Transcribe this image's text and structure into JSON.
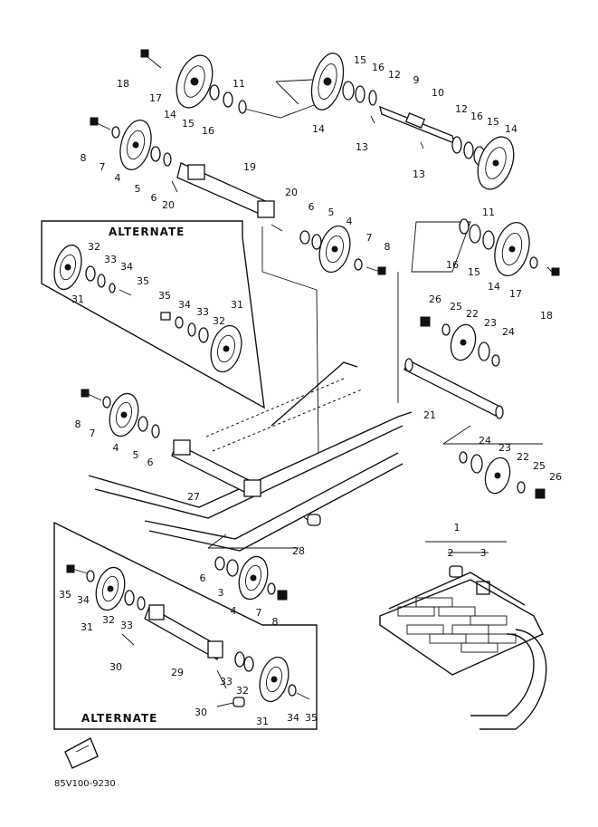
{
  "diagram": {
    "part_numbers": [
      "1",
      "2",
      "3",
      "4",
      "5",
      "6",
      "7",
      "8",
      "9",
      "10",
      "11",
      "12",
      "13",
      "14",
      "15",
      "16",
      "17",
      "18",
      "19",
      "20",
      "21",
      "22",
      "23",
      "24",
      "25",
      "26",
      "27",
      "28",
      "29",
      "30",
      "31",
      "32",
      "33",
      "34",
      "35"
    ],
    "callouts": {
      "c18a": "18",
      "c17a": "17",
      "c14a": "14",
      "c15a": "15",
      "c16a": "16",
      "c11a": "11",
      "c14b": "14",
      "c15b": "15",
      "c16b": "16",
      "c12a": "12",
      "c9": "9",
      "c10": "10",
      "c13a": "13",
      "c12b": "12",
      "c16c": "16",
      "c15c": "15",
      "c14c": "14",
      "c13b": "13",
      "c8a": "8",
      "c7a": "7",
      "c4a": "4",
      "c5a": "5",
      "c6a": "6",
      "c20a": "20",
      "c19": "19",
      "c20b": "20",
      "c6b": "6",
      "c5b": "5",
      "c4b": "4",
      "c7b": "7",
      "c8b": "8",
      "c11b": "11",
      "c16d": "16",
      "c15d": "15",
      "c14d": "14",
      "c17b": "17",
      "c18b": "18",
      "c32a": "32",
      "c33a": "33",
      "c34a": "34",
      "c35a": "35",
      "c31a": "31",
      "c35b": "35",
      "c34b": "34",
      "c33b": "33",
      "c32b": "32",
      "c31b": "31",
      "c26a": "26",
      "c25a": "25",
      "c22a": "22",
      "c23a": "23",
      "c24a": "24",
      "c21": "21",
      "c8c": "8",
      "c7c": "7",
      "c4c": "4",
      "c5c": "5",
      "c6c": "6",
      "c27": "27",
      "c24b": "24",
      "c23b": "23",
      "c22b": "22",
      "c25b": "25",
      "c26b": "26",
      "c28": "28",
      "c6d": "6",
      "c3": "3",
      "c4d": "4",
      "c7d": "7",
      "c8d": "8",
      "c1": "1",
      "c2": "2",
      "c3b": "3",
      "c35c": "35",
      "c34c": "34",
      "c31c": "31",
      "c32c": "32",
      "c33c": "33",
      "c30a": "30",
      "c29": "29",
      "c33d": "33",
      "c32d": "32",
      "c30b": "30",
      "c31d": "31",
      "c34d": "34",
      "c35d": "35"
    },
    "alternate_top_label": "ALTERNATE",
    "alternate_bottom_label": "ALTERNATE",
    "drawing_code": "85V100-9230"
  }
}
